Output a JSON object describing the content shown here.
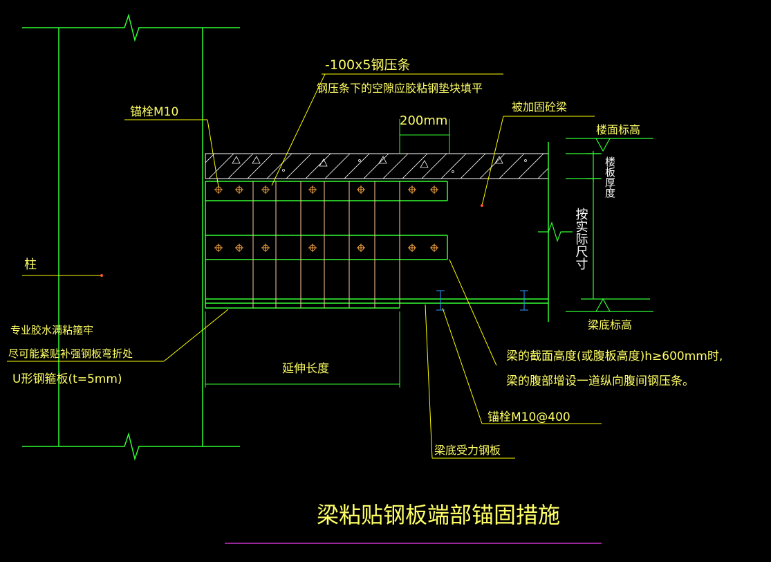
{
  "title": "梁粘贴钢板端部锚固措施",
  "labels": {
    "steel_press_strip": "-100x5钢压条",
    "gap_fill_note": "钢压条下的空隙应胶粘钢垫块填平",
    "anchor_bolt": "锚栓M10",
    "dim_200": "200mm",
    "reinforced_beam": "被加固砼梁",
    "floor_level": "楼面标高",
    "slab_thickness": "楼板厚度",
    "actual_size": "按实际尺寸",
    "column": "柱",
    "beam_bottom_level": "梁底标高",
    "glue_note_line1": "专业胶水满粘箍牢",
    "glue_note_line2": "尽可能紧贴补强钢板弯折处",
    "u_plate": "U形钢箍板(t=5mm)",
    "extension_length": "延伸长度",
    "web_note_line1": "梁的截面高度(或腹板高度)h≥600mm时,",
    "web_note_line2": "梁的腹部增设一道纵向腹间钢压条。",
    "anchor_bolt_spacing": "锚栓M10@400",
    "bottom_plate": "梁底受力钢板"
  },
  "colors": {
    "background": "#000000",
    "structure": "#33ff33",
    "leader": "#ffff00",
    "text": "#ffff66",
    "white_text": "#ffffff",
    "strap": "#ffcc99",
    "bolt": "#ffaa44",
    "title_underline": "#cc33cc",
    "blue_mark": "#3399ff"
  }
}
